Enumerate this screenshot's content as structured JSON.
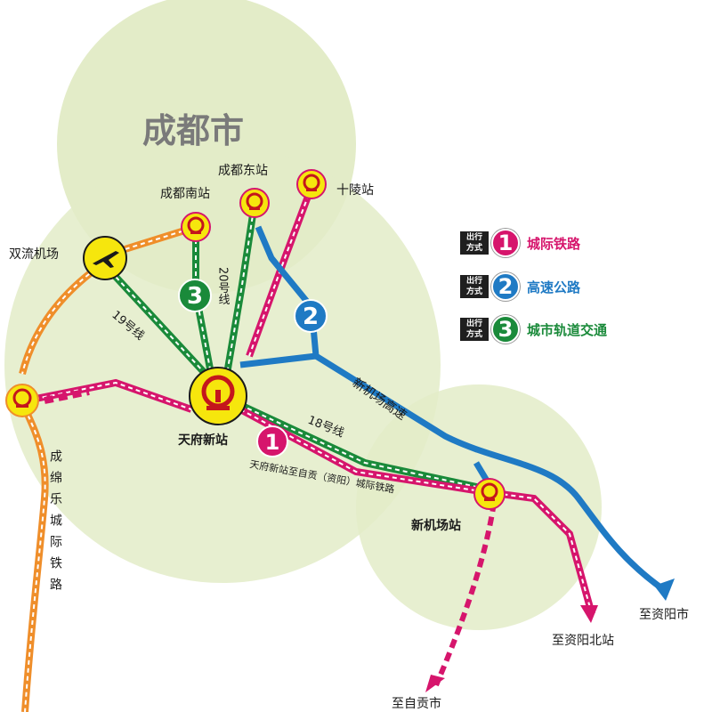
{
  "region": {
    "city": "成都市"
  },
  "colors": {
    "rail": "#d6156c",
    "highway": "#1f7ac4",
    "metro": "#1a8a3a",
    "old_rail": "#ef8e2a",
    "station_yellow": "#f6e60d",
    "station_red": "#c4161c",
    "circle_fill": "#e3ecc8"
  },
  "stations": {
    "tianfu": "天府新站",
    "new_airport": "新机场站",
    "chengdu_east": "成都东站",
    "chengdu_south": "成都南站",
    "shiling": "十陵站",
    "shuangliu_airport": "双流机场"
  },
  "lines": {
    "line19": "19号线",
    "line20": "20号线",
    "line18": "18号线",
    "highway": "新机场高速",
    "intercity": "天府新站至自贡（资阳）城际铁路",
    "chengmianle": "成绵乐城际铁路"
  },
  "destinations": {
    "zigong": "至自贡市",
    "ziyang_north": "至资阳北站",
    "ziyang": "至资阳市"
  },
  "route_badges": [
    "1",
    "2",
    "3"
  ],
  "legend": [
    {
      "tag_line1": "出行",
      "tag_line2": "方式",
      "num": "1",
      "label": "城际铁路",
      "color": "#d6156c"
    },
    {
      "tag_line1": "出行",
      "tag_line2": "方式",
      "num": "2",
      "label": "高速公路",
      "color": "#1f7ac4"
    },
    {
      "tag_line1": "出行",
      "tag_line2": "方式",
      "num": "3",
      "label": "城市轨道交通",
      "color": "#1a8a3a"
    }
  ]
}
